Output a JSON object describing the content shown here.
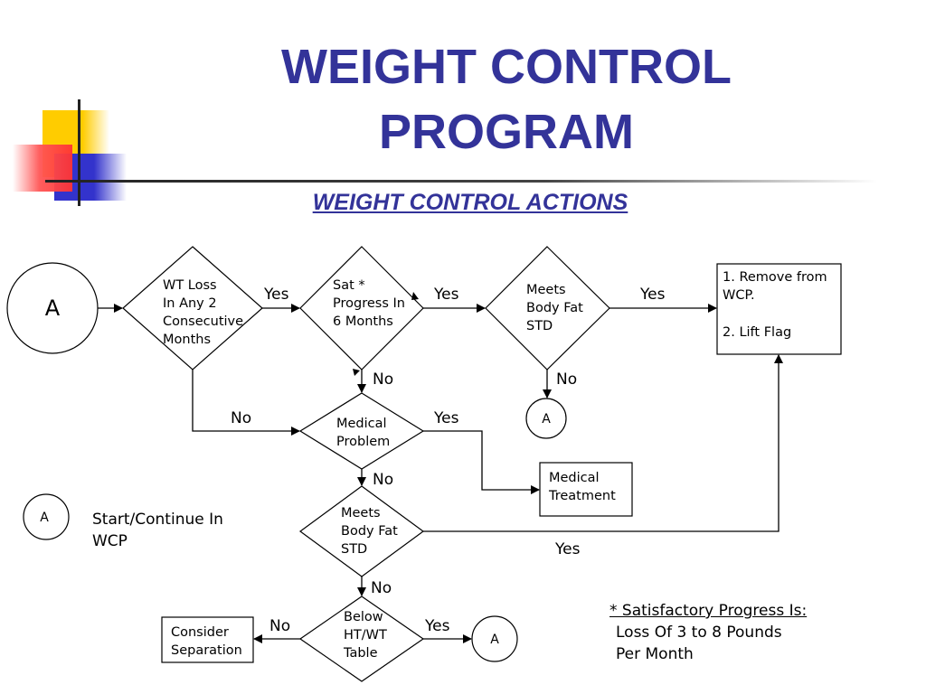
{
  "title": {
    "line1": "WEIGHT CONTROL",
    "line2": "PROGRAM"
  },
  "subtitle": "WEIGHT CONTROL ACTIONS",
  "colors": {
    "title": "#333399",
    "accent_yellow": "#ffcc00",
    "accent_red": "#ff3333",
    "accent_blue": "#3333cc"
  },
  "nodes": {
    "start_a": "A",
    "wt_loss": [
      "WT Loss",
      "In Any 2",
      "Consecutive",
      "Months"
    ],
    "sat_progress": [
      "Sat *",
      "Progress In",
      "6 Months"
    ],
    "meets_body_fat_1": [
      "Meets",
      "Body Fat",
      "STD"
    ],
    "remove_box": [
      "1. Remove from",
      "WCP.",
      "",
      "2. Lift Flag"
    ],
    "connector_a_right": "A",
    "medical_problem": [
      "Medical",
      "Problem"
    ],
    "medical_treatment": [
      "Medical",
      "Treatment"
    ],
    "meets_body_fat_2": [
      "Meets",
      "Body Fat",
      "STD"
    ],
    "below_ht_wt": [
      "Below",
      "HT/WT",
      "Table"
    ],
    "consider_separation": [
      "Consider",
      "Separation"
    ],
    "connector_a_bottom": "A"
  },
  "edge_labels": {
    "yes_1": "Yes",
    "yes_2": "Yes",
    "yes_3": "Yes",
    "no_sat": "No",
    "no_meets1": "No",
    "no_wt": "No",
    "yes_medical": "Yes",
    "no_medical": "No",
    "yes_meets2": "Yes",
    "no_meets2": "No",
    "no_below": "No",
    "yes_below": "Yes"
  },
  "legend": {
    "symbol": "A",
    "text_line1": "Start/Continue In",
    "text_line2": "WCP"
  },
  "footnote": {
    "heading": "* Satisfactory Progress Is:",
    "line1": "Loss Of 3 to 8 Pounds",
    "line2": "Per Month"
  }
}
